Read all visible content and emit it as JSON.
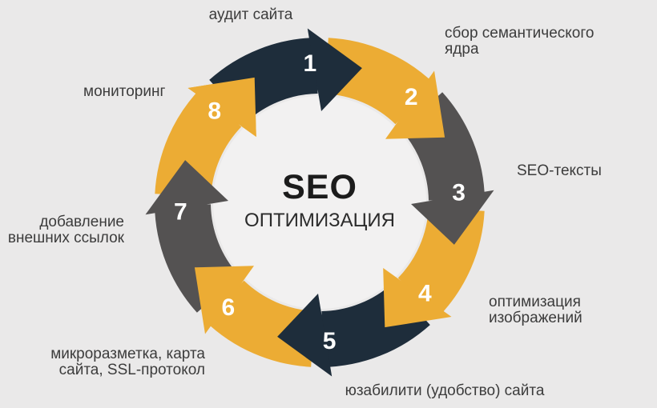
{
  "title": {
    "main": "SEO",
    "sub": "ОПТИМИЗАЦИЯ"
  },
  "colors": {
    "background": "#eae9e9",
    "inner_circle": "#f2f1f1",
    "navy": "#1e2d3b",
    "yellow": "#ecac34",
    "gray": "#545252",
    "label_text": "#3c3c3c",
    "number": "#ffffff",
    "title_text": "#1c1c1c"
  },
  "steps": [
    {
      "num": "1",
      "label": "аудит сайта",
      "color": "navy"
    },
    {
      "num": "2",
      "label": "сбор семантического\nядра",
      "color": "yellow"
    },
    {
      "num": "3",
      "label": "SEO-тексты",
      "color": "gray"
    },
    {
      "num": "4",
      "label": "оптимизация\nизображений",
      "color": "yellow"
    },
    {
      "num": "5",
      "label": "юзабилити (удобство) сайта",
      "color": "navy"
    },
    {
      "num": "6",
      "label": "микроразметка, карта\nсайта, SSL-протокол",
      "color": "yellow"
    },
    {
      "num": "7",
      "label": "добавление\nвнешних ссылок",
      "color": "gray"
    },
    {
      "num": "8",
      "label": "мониторинг",
      "color": "yellow"
    }
  ]
}
